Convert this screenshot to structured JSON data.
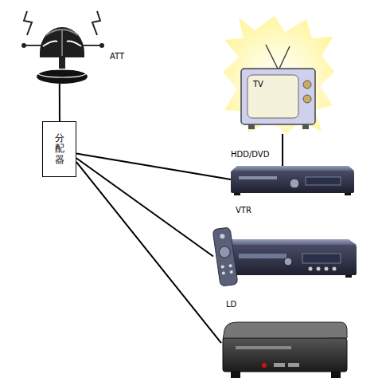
{
  "diagram": {
    "nodes": [
      {
        "text": [
          "ATT"
        ]
      },
      {
        "text": [
          "TV"
        ]
      },
      {
        "text": [
          "分配器"
        ]
      },
      {
        "text": [
          "HDD/DVD"
        ]
      },
      {
        "text": [
          "VTR"
        ]
      },
      {
        "text": [
          "LD"
        ]
      }
    ],
    "edges": [
      {
        "from": 0,
        "to": 2,
        "arrow": "none"
      },
      {
        "from": 2,
        "to": 3,
        "arrow": "none"
      },
      {
        "from": 2,
        "to": 4,
        "arrow": "none"
      },
      {
        "from": 2,
        "to": 5,
        "arrow": "none"
      },
      {
        "from": 1,
        "to": 3,
        "arrow": "none"
      }
    ]
  }
}
